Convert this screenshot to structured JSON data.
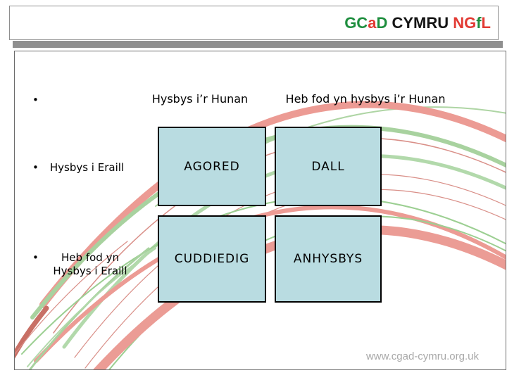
{
  "logo_band": {
    "segments": [
      {
        "text": "GC",
        "color": "#1e8e3e"
      },
      {
        "text": "a",
        "color": "#e23b34"
      },
      {
        "text": "D",
        "color": "#1e8e3e"
      },
      {
        "text": " CYMRU ",
        "color": "#141414"
      },
      {
        "text": "NG",
        "color": "#e23b34"
      },
      {
        "text": "f",
        "color": "#1e8e3e"
      },
      {
        "text": "L",
        "color": "#e23b34"
      }
    ]
  },
  "matrix": {
    "bullet_char": "•",
    "column_headers": [
      "Hysbys i’r Hunan",
      "Heb fod yn hysbys i’r Hunan"
    ],
    "row_bullets": [
      {
        "lines": []
      },
      {
        "lines": [
          "Hysbys i Eraill"
        ]
      },
      {
        "lines": [
          "Heb fod yn",
          "Hysbys i Eraill"
        ]
      }
    ],
    "quadrants": [
      {
        "label": "AGORED"
      },
      {
        "label": "DALL"
      },
      {
        "label": "CUDDIEDIG"
      },
      {
        "label": "ANHYSBYS"
      }
    ]
  },
  "footer": {
    "url": "www.cgad-cymru.org.uk"
  },
  "colors": {
    "logo_green": "#1e8e3e",
    "logo_red": "#e23b34",
    "quadrant_fill": "#b9dce1",
    "swoosh_salmon": "#ec9b94",
    "swoosh_green": "#a8d29f",
    "shadow_gray": "#8f8f8f",
    "footer_text": "#a9a9a9"
  }
}
